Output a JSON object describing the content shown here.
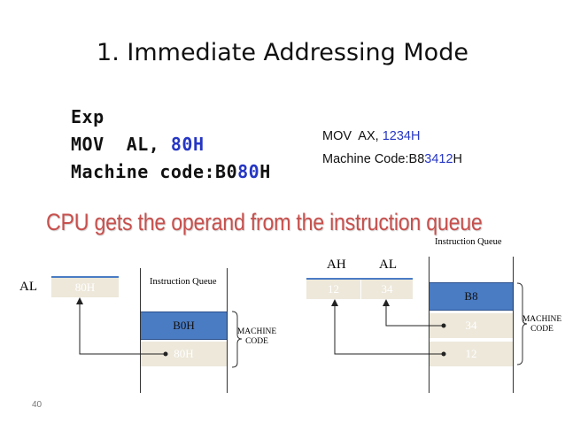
{
  "title": "1. Immediate Addressing Mode",
  "example": {
    "heading": "Exp",
    "line1_prefix": "MOV  AL, ",
    "line1_imm": "80H",
    "line2_prefix": "Machine code:B0",
    "line2_imm": "80",
    "line2_suffix": "H"
  },
  "example2": {
    "line1_prefix": "MOV  AX, ",
    "line1_imm": "1234H",
    "line2_prefix": "Machine Code:B8",
    "line2_imm": "3412",
    "line2_suffix": "H"
  },
  "banner": "CPU gets the operand from the instruction queue",
  "left_diagram": {
    "register_label": "AL",
    "register_value": "80H",
    "queue_label": "Instruction Queue",
    "queue_cells": [
      "B0H",
      "80H"
    ],
    "brace_label": [
      "MACHINE",
      "CODE"
    ]
  },
  "right_diagram": {
    "register_labels": [
      "AH",
      "AL"
    ],
    "register_values": [
      "12",
      "34"
    ],
    "queue_label": "Instruction Queue",
    "queue_cells": [
      "B8",
      "34",
      "12"
    ],
    "brace_label": [
      "MACHINE",
      "CODE"
    ]
  },
  "slide_number": "40",
  "colors": {
    "immediate_blue": "#2536c4",
    "banner_red": "#c8504d",
    "opcode_cell": "#4a7cc4",
    "queue_cell": "#ede8da"
  }
}
